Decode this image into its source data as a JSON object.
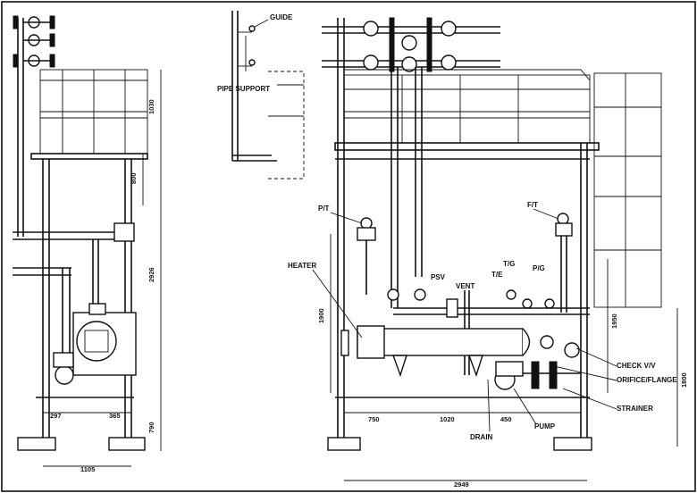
{
  "labels": {
    "guide": "GUIDE",
    "pipe_support": "PIPE SUPPORT",
    "pt_left": "P/T",
    "ft": "F/T",
    "heater": "HEATER",
    "psv": "PSV",
    "vent": "VENT",
    "te": "T/E",
    "tg": "T/G",
    "pg": "P/G",
    "check_valve": "CHECK V/V",
    "orifice_flange": "ORIFICE/FLANGE",
    "strainer": "STRAINER",
    "pump": "PUMP",
    "drain": "DRAIN"
  },
  "dims": {
    "left_top": "1030",
    "left_800": "800",
    "left_total": "2926",
    "left_790": "790",
    "left_297": "297",
    "left_365": "365",
    "left_width": "1105",
    "front_1900": "1900",
    "front_1950": "1950",
    "front_1800": "1800",
    "front_750": "750",
    "front_1020": "1020",
    "front_450": "450",
    "front_width": "2949"
  }
}
